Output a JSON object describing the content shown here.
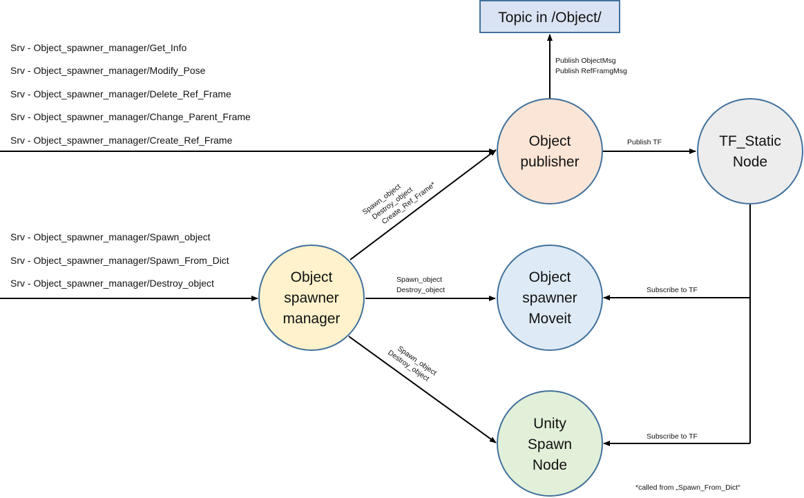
{
  "colors": {
    "node_stroke": "#41719c",
    "object_publisher_fill": "#fbe5d6",
    "tf_static_fill": "#ededed",
    "spawner_manager_fill": "#fff2cc",
    "moveit_fill": "#deebf7",
    "unity_fill": "#e2f0d9",
    "topic_fill": "#dae3f3",
    "edge": "#000000"
  },
  "topic": {
    "label": "Topic in /Object/"
  },
  "nodes": {
    "object_publisher": [
      "Object",
      "publisher"
    ],
    "tf_static": [
      "TF_Static",
      "Node"
    ],
    "spawner_manager": [
      "Object",
      "spawner",
      "manager"
    ],
    "spawner_moveit": [
      "Object",
      "spawner",
      "Moveit"
    ],
    "unity_spawn": [
      "Unity",
      "Spawn",
      "Node"
    ]
  },
  "services_top": [
    "Srv - Object_spawner_manager/Get_Info",
    "Srv - Object_spawner_manager/Modify_Pose",
    "Srv - Object_spawner_manager/Delete_Ref_Frame",
    "Srv - Object_spawner_manager/Change_Parent_Frame",
    "Srv - Object_spawner_manager/Create_Ref_Frame"
  ],
  "services_bottom": [
    "Srv - Object_spawner_manager/Spawn_object",
    "Srv - Object_spawner_manager/Spawn_From_Dict",
    "Srv - Object_spawner_manager/Destroy_object"
  ],
  "edges": {
    "publisher_to_topic": [
      "Publish ObjectMsg",
      "Publish RefFramgMsg"
    ],
    "publisher_to_tf": [
      "Publish TF"
    ],
    "manager_to_publisher": [
      "Spawn_object",
      "Destroy_object",
      "Create_Ref_Frame*"
    ],
    "manager_to_moveit": [
      "Spawn_object",
      "Destroy_object"
    ],
    "manager_to_unity": [
      "Spawn_object",
      "Destroy_object"
    ],
    "tf_to_moveit": [
      "Subscribe to TF"
    ],
    "tf_to_unity": [
      "Subscribe to TF"
    ]
  },
  "footnote": "*called from „Spawn_From_Dict“"
}
